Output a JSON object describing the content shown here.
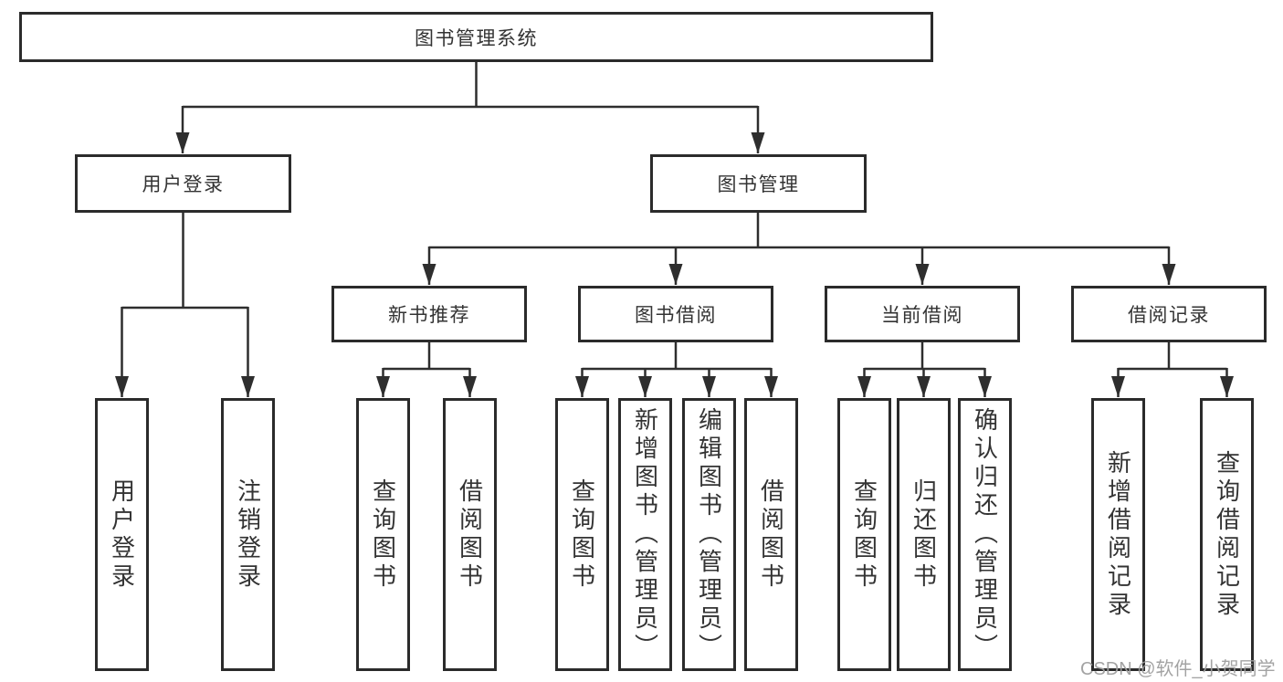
{
  "diagram_title": "图书管理系统",
  "nodes": {
    "root": {
      "label": "图书管理系统"
    },
    "user_login": {
      "label": "用户登录"
    },
    "book_mgmt": {
      "label": "图书管理"
    },
    "new_books": {
      "label": "新书推荐"
    },
    "book_borrow": {
      "label": "图书借阅"
    },
    "current_borrow": {
      "label": "当前借阅"
    },
    "borrow_records": {
      "label": "借阅记录"
    },
    "leaf_user_login": {
      "label": "用户登录"
    },
    "leaf_logout": {
      "label": "注销登录"
    },
    "leaf_new_query": {
      "label": "查询图书"
    },
    "leaf_new_borrow": {
      "label": "借阅图书"
    },
    "leaf_borrow_query": {
      "label": "查询图书"
    },
    "leaf_borrow_add": {
      "label": "新增图书（管理员）"
    },
    "leaf_borrow_edit": {
      "label": "编辑图书（管理员）"
    },
    "leaf_borrow_borrow": {
      "label": "借阅图书"
    },
    "leaf_current_query": {
      "label": "查询图书"
    },
    "leaf_current_return": {
      "label": "归还图书"
    },
    "leaf_current_confirm": {
      "label": "确认归还（管理员）"
    },
    "leaf_records_add": {
      "label": "新增借阅记录"
    },
    "leaf_records_query": {
      "label": "查询借阅记录"
    }
  },
  "hierarchy": [
    {
      "parent": "root",
      "children": [
        "user_login",
        "book_mgmt"
      ]
    },
    {
      "parent": "user_login",
      "children": [
        "leaf_user_login",
        "leaf_logout"
      ]
    },
    {
      "parent": "book_mgmt",
      "children": [
        "new_books",
        "book_borrow",
        "current_borrow",
        "borrow_records"
      ]
    },
    {
      "parent": "new_books",
      "children": [
        "leaf_new_query",
        "leaf_new_borrow"
      ]
    },
    {
      "parent": "book_borrow",
      "children": [
        "leaf_borrow_query",
        "leaf_borrow_add",
        "leaf_borrow_edit",
        "leaf_borrow_borrow"
      ]
    },
    {
      "parent": "current_borrow",
      "children": [
        "leaf_current_query",
        "leaf_current_return",
        "leaf_current_confirm"
      ]
    },
    {
      "parent": "borrow_records",
      "children": [
        "leaf_records_add",
        "leaf_records_query"
      ]
    }
  ],
  "watermark": "CSDN @软件_小贺同学",
  "colors": {
    "line": "#2e2e2e",
    "box_border": "#2b2b2b",
    "text": "#333333",
    "watermark": "#9e9e9e",
    "background": "#ffffff"
  }
}
